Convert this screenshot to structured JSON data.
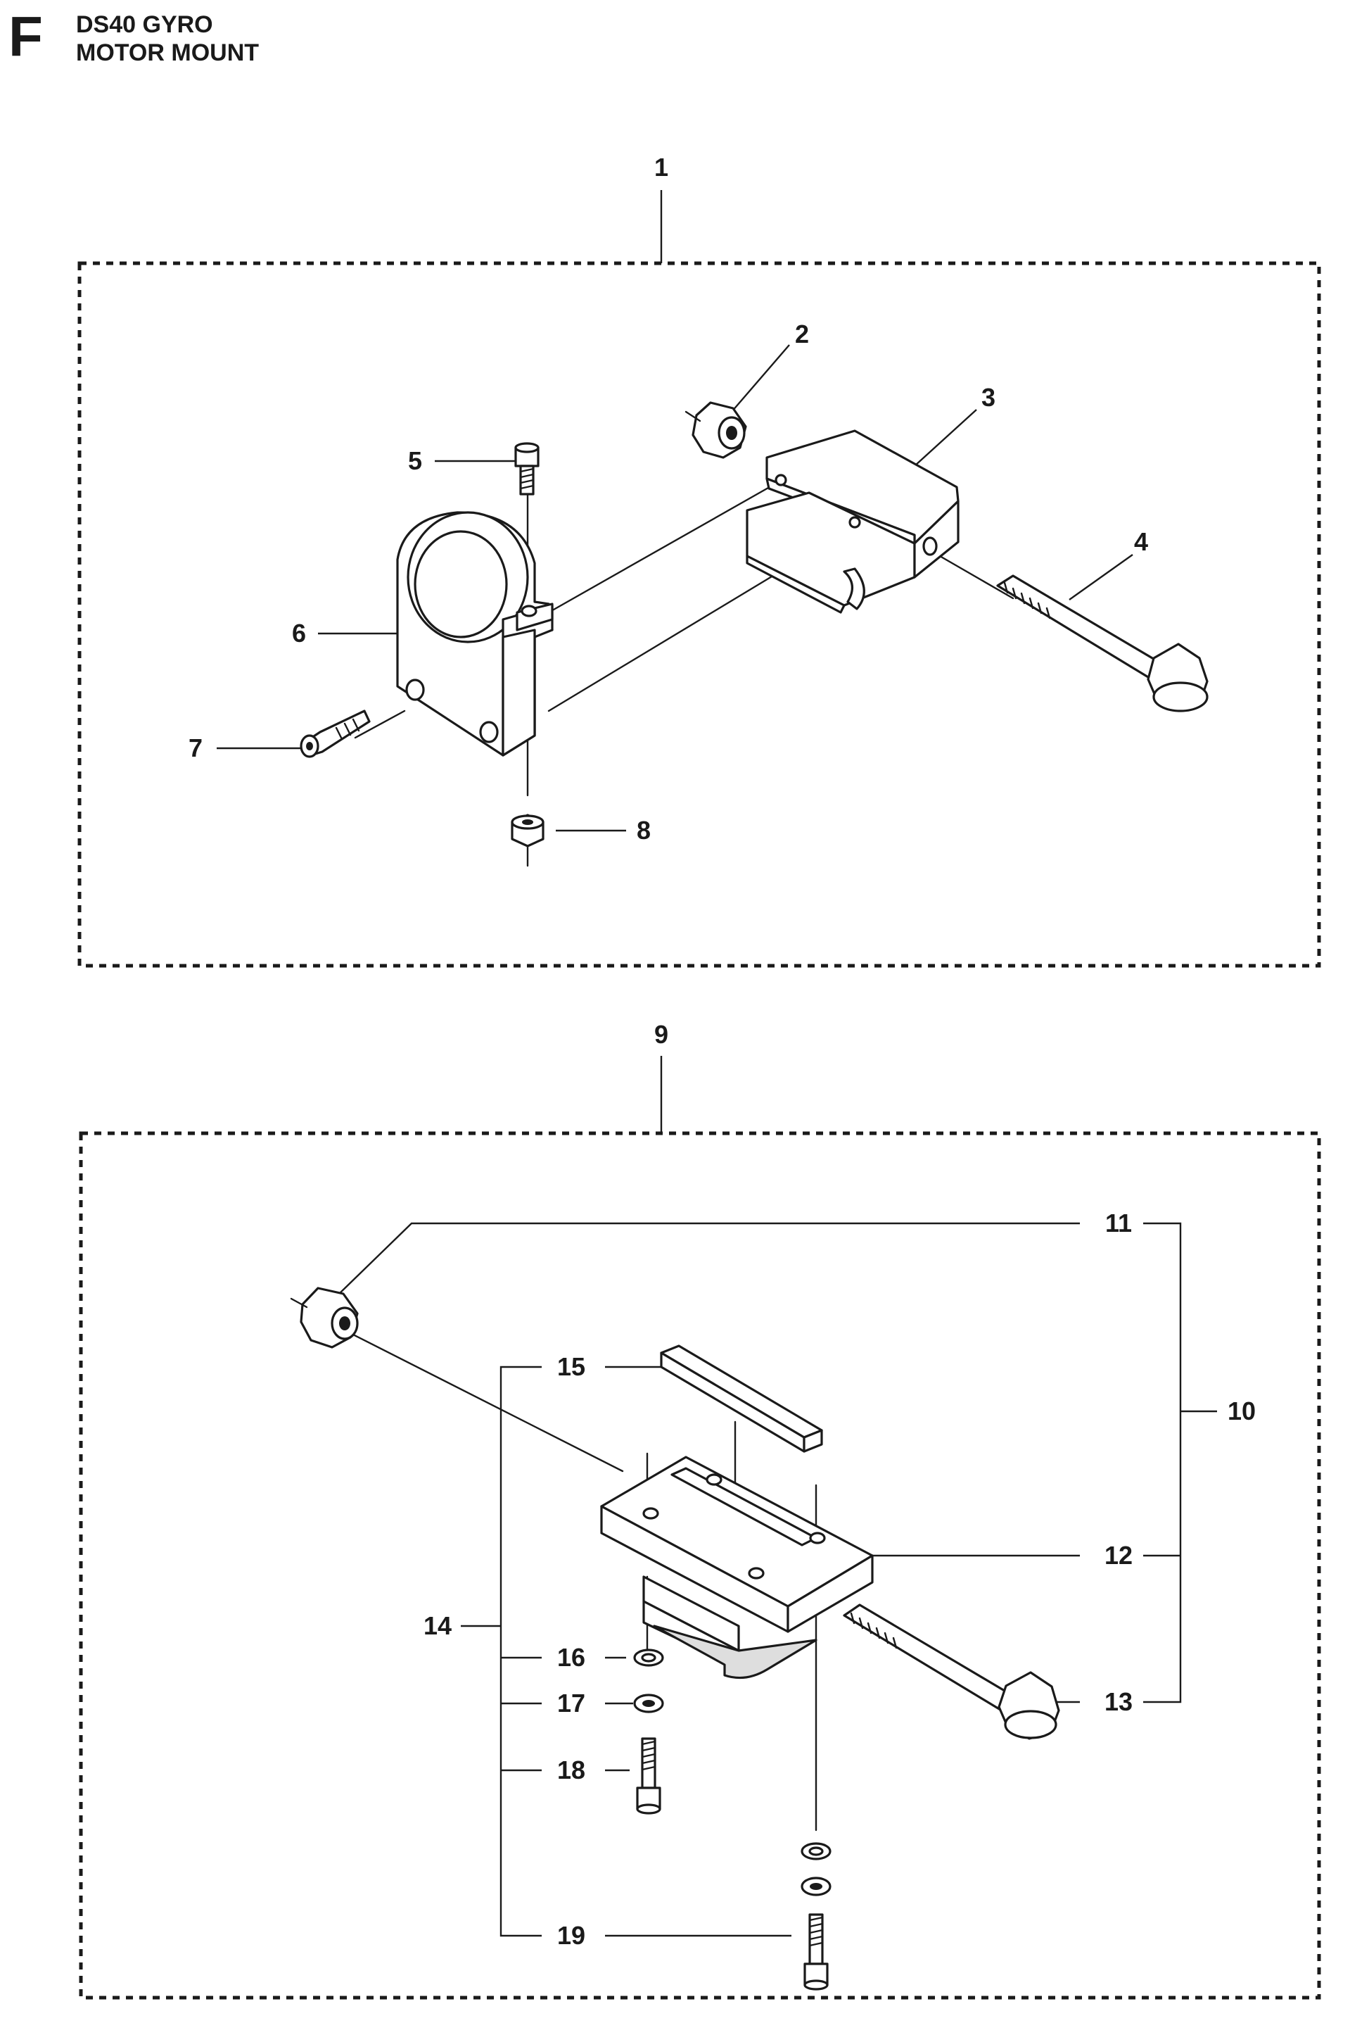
{
  "header": {
    "section_letter": "F",
    "model": "DS40 GYRO",
    "assembly": "MOTOR MOUNT"
  },
  "callouts": [
    "1",
    "2",
    "3",
    "4",
    "5",
    "6",
    "7",
    "8",
    "9",
    "10",
    "11",
    "12",
    "13",
    "14",
    "15",
    "16",
    "17",
    "18",
    "19"
  ]
}
